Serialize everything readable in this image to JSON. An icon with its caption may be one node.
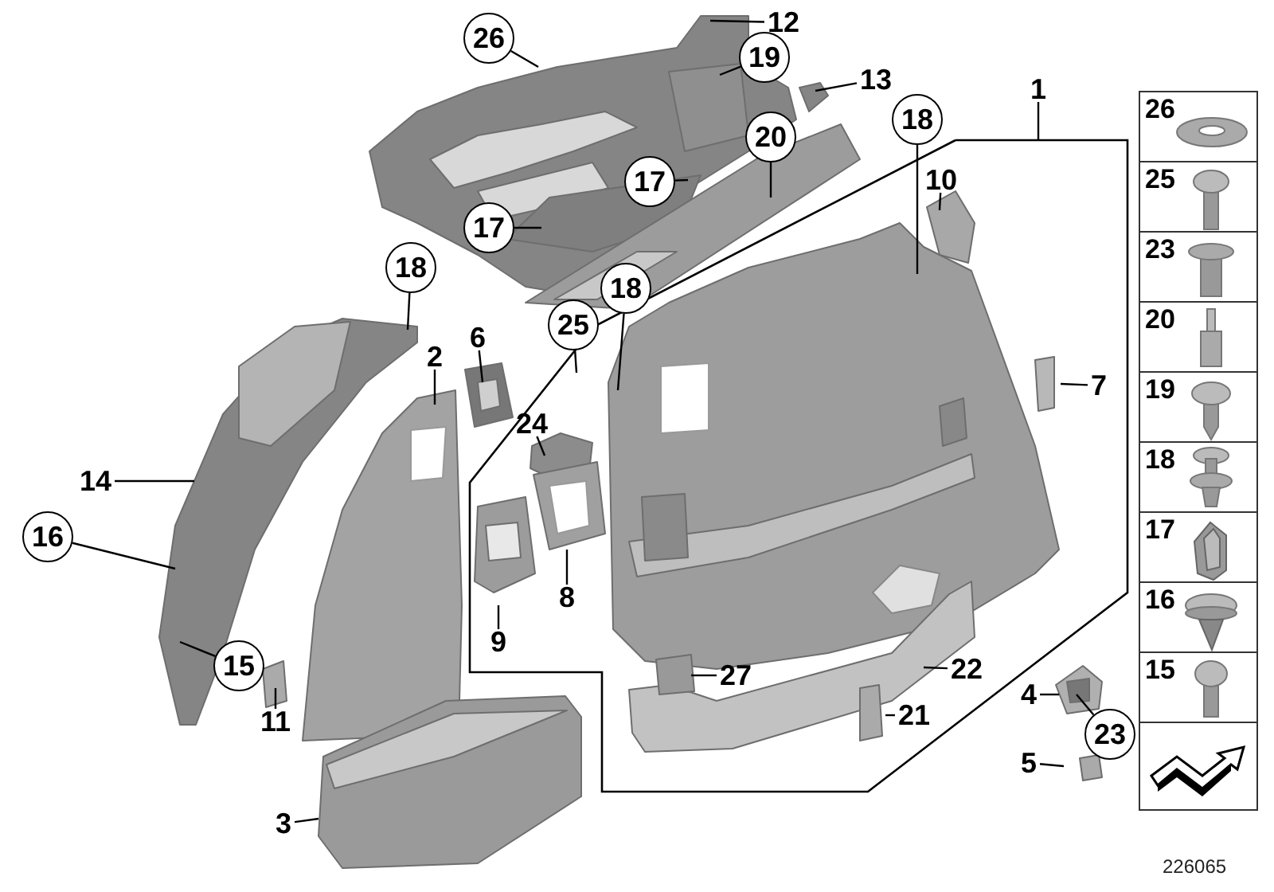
{
  "diagram": {
    "nodes": [
      {
        "text": [
          "12"
        ]
      },
      {
        "text": [
          "26"
        ]
      },
      {
        "text": [
          "19"
        ]
      },
      {
        "text": [
          "13"
        ]
      },
      {
        "text": [
          "1"
        ]
      },
      {
        "text": [
          "18"
        ]
      },
      {
        "text": [
          "20"
        ]
      },
      {
        "text": [
          "10"
        ]
      },
      {
        "text": [
          "17"
        ]
      },
      {
        "text": [
          "17"
        ]
      },
      {
        "text": [
          "18"
        ]
      },
      {
        "text": [
          "18"
        ]
      },
      {
        "text": [
          "25"
        ]
      },
      {
        "text": [
          "2"
        ]
      },
      {
        "text": [
          "6"
        ]
      },
      {
        "text": [
          "7"
        ]
      },
      {
        "text": [
          "24"
        ]
      },
      {
        "text": [
          "14"
        ]
      },
      {
        "text": [
          "16"
        ]
      },
      {
        "text": [
          "8"
        ]
      },
      {
        "text": [
          "9"
        ]
      },
      {
        "text": [
          "15"
        ]
      },
      {
        "text": [
          "22"
        ]
      },
      {
        "text": [
          "27"
        ]
      },
      {
        "text": [
          "4"
        ]
      },
      {
        "text": [
          "21"
        ]
      },
      {
        "text": [
          "11"
        ]
      },
      {
        "text": [
          "23"
        ]
      },
      {
        "text": [
          "5"
        ]
      },
      {
        "text": [
          "3"
        ]
      },
      {
        "text": [],
        "shape": "picture"
      },
      {
        "text": [],
        "shape": "picture"
      },
      {
        "text": [],
        "shape": "picture"
      }
    ],
    "edges": [
      {
        "from": 0,
        "to": null,
        "arrow": "none"
      },
      {
        "from": 1,
        "to": null,
        "arrow": "none"
      },
      {
        "from": 2,
        "to": null,
        "arrow": "none"
      },
      {
        "from": 3,
        "to": 30,
        "arrow": "none"
      },
      {
        "from": 4,
        "to": null,
        "arrow": "none"
      },
      {
        "from": 5,
        "to": null,
        "arrow": "none"
      },
      {
        "from": 6,
        "to": null,
        "arrow": "none"
      },
      {
        "from": 7,
        "to": null,
        "arrow": "none"
      },
      {
        "from": 8,
        "to": null,
        "arrow": "none"
      },
      {
        "from": 9,
        "to": null,
        "arrow": "none"
      },
      {
        "from": 10,
        "to": 31,
        "arrow": "none"
      },
      {
        "from": 11,
        "to": null,
        "arrow": "none"
      },
      {
        "from": 12,
        "to": null,
        "arrow": "none"
      },
      {
        "from": 13,
        "to": null,
        "arrow": "none"
      },
      {
        "from": 14,
        "to": 32,
        "arrow": "none"
      },
      {
        "from": 15,
        "to": null,
        "arrow": "none"
      },
      {
        "from": 16,
        "to": null,
        "arrow": "none"
      },
      {
        "from": 17,
        "to": 31,
        "arrow": "none"
      },
      {
        "from": 18,
        "to": 31,
        "arrow": "none"
      },
      {
        "from": 19,
        "to": null,
        "arrow": "none"
      },
      {
        "from": 20,
        "to": null,
        "arrow": "none"
      },
      {
        "from": 21,
        "to": 31,
        "arrow": "none"
      },
      {
        "from": 22,
        "to": null,
        "arrow": "none"
      },
      {
        "from": 23,
        "to": null,
        "arrow": "none"
      },
      {
        "from": 24,
        "to": null,
        "arrow": "none"
      },
      {
        "from": 25,
        "to": null,
        "arrow": "none"
      },
      {
        "from": 26,
        "to": null,
        "arrow": "none"
      },
      {
        "from": 27,
        "to": null,
        "arrow": "none"
      },
      {
        "from": 28,
        "to": null,
        "arrow": "none"
      },
      {
        "from": 29,
        "to": null,
        "arrow": "none"
      }
    ],
    "labels": [
      "26",
      "25",
      "23",
      "20",
      "19",
      "18",
      "17",
      "16",
      "15",
      "226065"
    ]
  }
}
